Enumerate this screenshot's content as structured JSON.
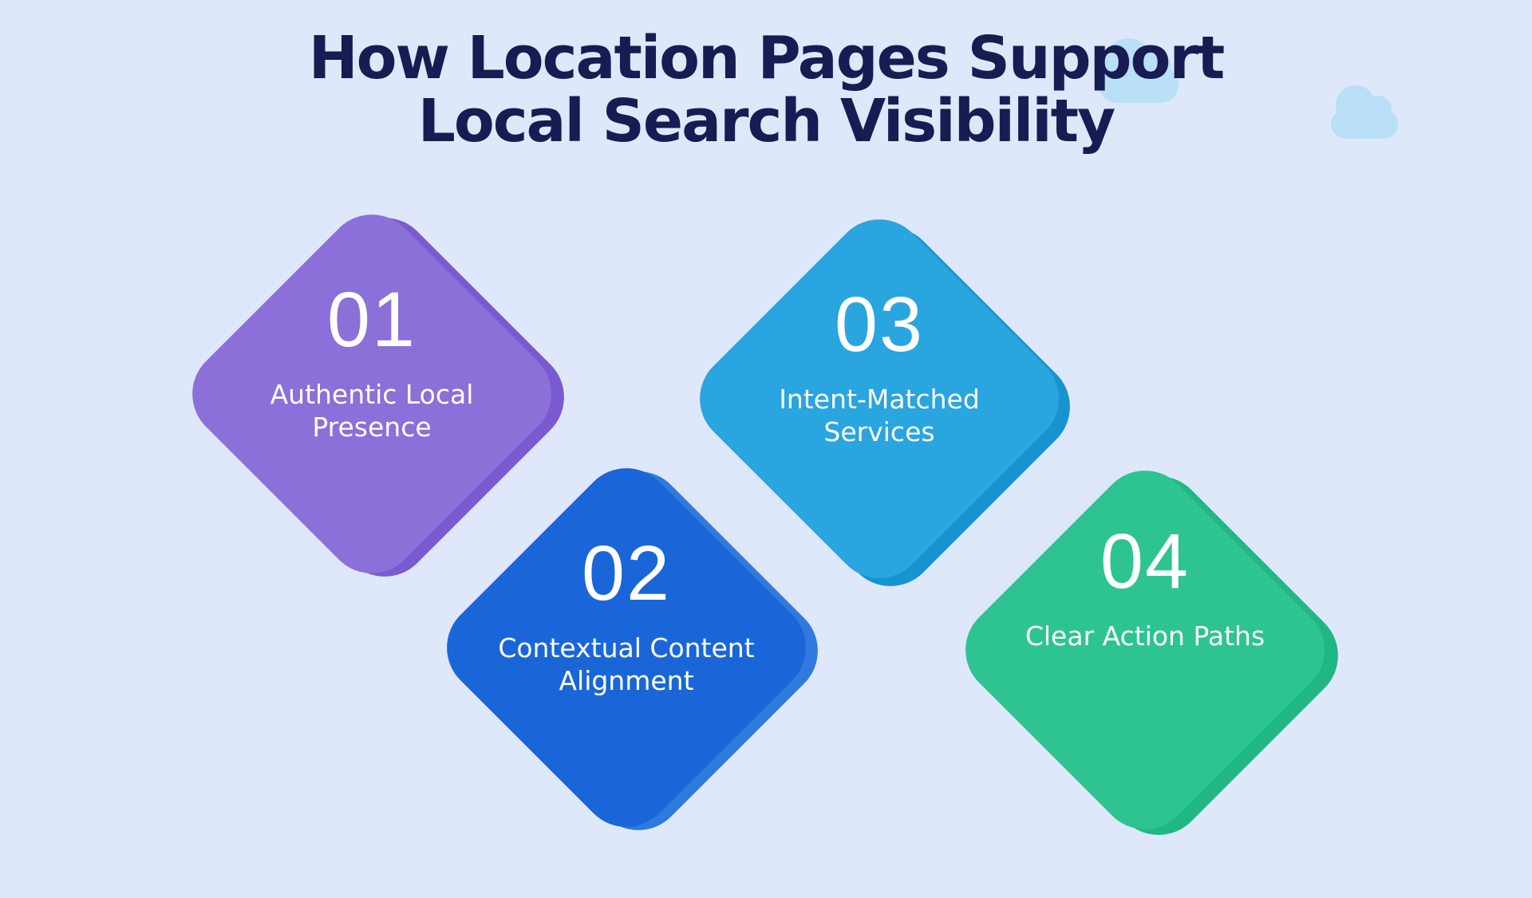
{
  "title": {
    "line1": "How Location Pages Support",
    "line2": "Local Search Visibility"
  },
  "colors": {
    "background": "#dfe7fb",
    "title_text": "#181c52",
    "step_text": "#ffffff",
    "cloud": "#b9e0f7"
  },
  "decor": {
    "clouds_count": 2
  },
  "steps": [
    {
      "number": "01",
      "label": "Authentic Local Presence",
      "label_lines": [
        "Authentic Local",
        "Presence"
      ],
      "colors": {
        "face": "#8a70d8",
        "edge": "#7a5ad0"
      }
    },
    {
      "number": "02",
      "label": "Contextual Content Alignment",
      "label_lines": [
        "Contextual Content",
        "Alignment"
      ],
      "colors": {
        "face": "#1a66d9",
        "edge": "#3079de"
      }
    },
    {
      "number": "03",
      "label": "Intent-Matched Services",
      "label_lines": [
        "Intent-Matched",
        "Services"
      ],
      "colors": {
        "face": "#29a5e0",
        "edge": "#1793d0"
      }
    },
    {
      "number": "04",
      "label": "Clear Action Paths",
      "label_lines": [
        "Clear Action Paths"
      ],
      "colors": {
        "face": "#2dc492",
        "edge": "#1fb885"
      }
    }
  ]
}
